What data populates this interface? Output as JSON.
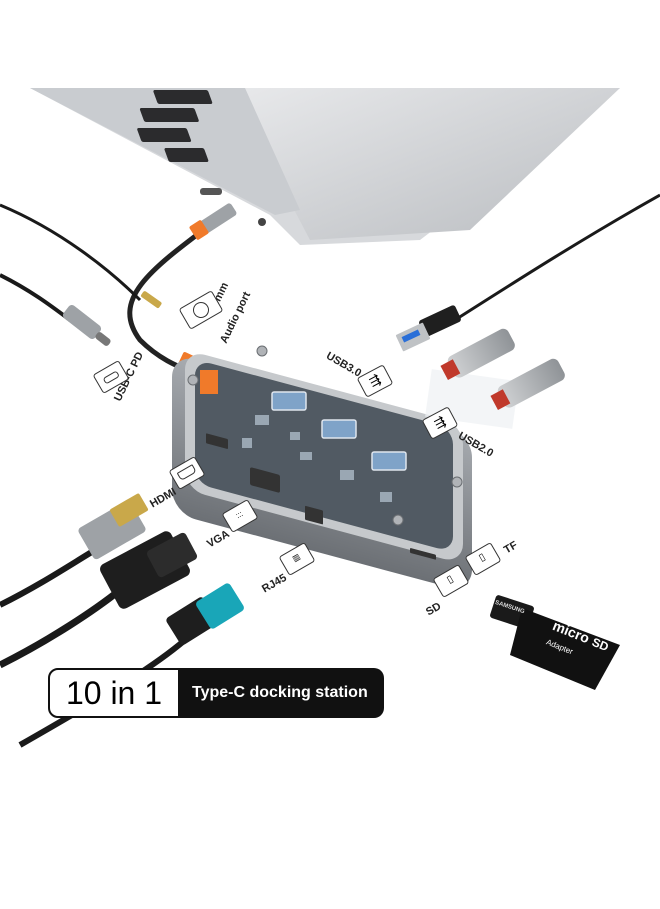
{
  "labels": {
    "audio": [
      "3.5mm",
      "Audio port"
    ],
    "usb_c_pd": "USB-C PD",
    "usb3": "USB3.0",
    "usb2": "USB2.0",
    "hdmi": "HDMI",
    "vga": "VGA",
    "rj45": "RJ45",
    "sd": "SD",
    "tf": "TF"
  },
  "sd_card_text": "SAMSUNG",
  "microsd_text": [
    "micro",
    "SD",
    "Adapter"
  ],
  "banner": {
    "count": "10 in 1",
    "product": "Type-C docking station"
  },
  "colors": {
    "accent_orange": "#f07a2a",
    "usb3_blue": "#2a6fd8",
    "rj45_cyan": "#19a6b8",
    "hdmi_gold": "#c9a84a",
    "hub_gray": "#8d9196"
  }
}
